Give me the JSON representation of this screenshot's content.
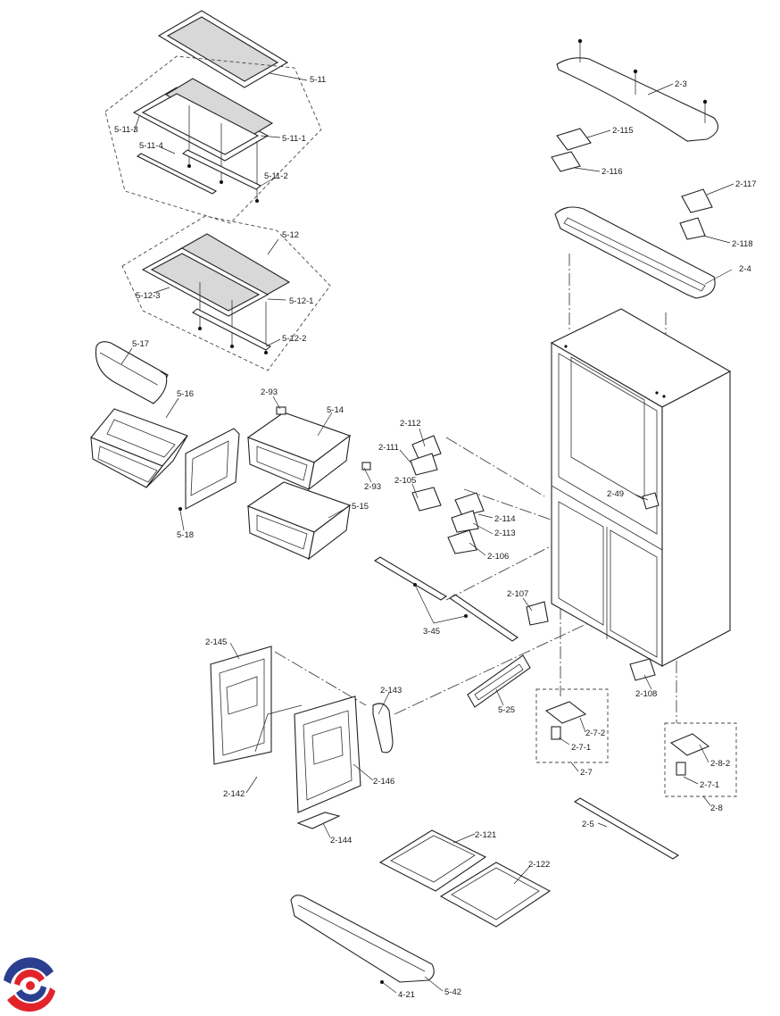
{
  "labels": {
    "l_5_11": "5-11",
    "l_5_11_1": "5-11-1",
    "l_5_11_2": "5-11-2",
    "l_5_11_3": "5-11-3",
    "l_5_11_4": "5-11-4",
    "l_5_12": "5-12",
    "l_5_12_1": "5-12-1",
    "l_5_12_2": "5-12-2",
    "l_5_12_3": "5-12-3",
    "l_5_17": "5-17",
    "l_5_16": "5-16",
    "l_5_18": "5-18",
    "l_2_93a": "2-93",
    "l_2_93b": "2-93",
    "l_5_14": "5-14",
    "l_5_15": "5-15",
    "l_2_112": "2-112",
    "l_2_111": "2-111",
    "l_2_105": "2-105",
    "l_2_114": "2-114",
    "l_2_113": "2-113",
    "l_2_106": "2-106",
    "l_2_107": "2-107",
    "l_3_45": "3-45",
    "l_2_3": "2-3",
    "l_2_115": "2-115",
    "l_2_116": "2-116",
    "l_2_117": "2-117",
    "l_2_118": "2-118",
    "l_2_4": "2-4",
    "l_2_49": "2-49",
    "l_2_108": "2-108",
    "l_5_25": "5-25",
    "l_2_7_2": "2-7-2",
    "l_2_7_1": "2-7-1",
    "l_2_7": "2-7",
    "l_2_8_2": "2-8-2",
    "l_2_8_1": "2-7-1",
    "l_2_8": "2-8",
    "l_2_5": "2-5",
    "l_2_145": "2-145",
    "l_2_143": "2-143",
    "l_2_142": "2-142",
    "l_2_146": "2-146",
    "l_2_144": "2-144",
    "l_2_121": "2-121",
    "l_2_122": "2-122",
    "l_4_21": "4-21",
    "l_5_42": "5-42"
  },
  "brand": {
    "logo_icon": "swirl-logo-icon",
    "colors": {
      "blue": "#2b3f8f",
      "red": "#e2232a"
    }
  }
}
